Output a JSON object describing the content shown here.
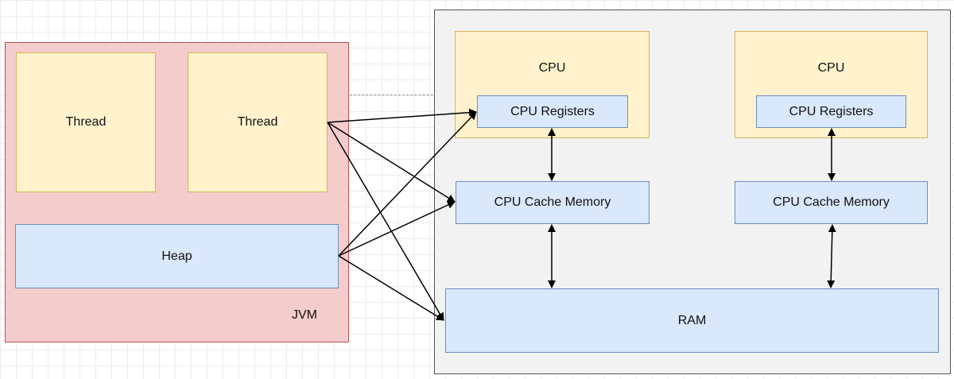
{
  "jvm": {
    "label": "JVM",
    "threads": [
      "Thread",
      "Thread"
    ],
    "heap": "Heap"
  },
  "hardware": {
    "cpus": [
      {
        "label": "CPU",
        "registers": "CPU Registers",
        "cache": "CPU Cache Memory"
      },
      {
        "label": "CPU",
        "registers": "CPU Registers",
        "cache": "CPU Cache Memory"
      }
    ],
    "ram": "RAM"
  },
  "colors": {
    "jvm_fill": "#f5cccc",
    "jvm_stroke": "#b85450",
    "hardware_fill": "#f2f2f2",
    "hardware_stroke": "#555555",
    "yellow_fill": "#fff2cc",
    "yellow_stroke": "#d6b656",
    "blue_fill": "#dae8fc",
    "blue_stroke": "#6c8ebf",
    "arrow": "#000000"
  }
}
